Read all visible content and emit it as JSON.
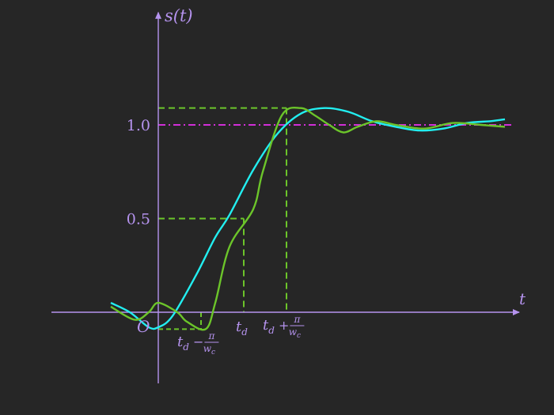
{
  "chart_data": {
    "type": "line",
    "title": "",
    "xlabel": "t",
    "ylabel": "s(t)",
    "origin_label": "O",
    "y_ticks": [
      {
        "value": 1.0,
        "label": "1.0"
      },
      {
        "value": 0.5,
        "label": "0.5"
      }
    ],
    "x_ticks": [
      {
        "id": "td-minus",
        "base": "t",
        "sub": "d",
        "op": "−",
        "num": "π",
        "den": "w",
        "den_sub": "c"
      },
      {
        "id": "td",
        "base": "t",
        "sub": "d"
      },
      {
        "id": "td-plus",
        "base": "t",
        "sub": "d",
        "op": "+",
        "num": "π",
        "den": "w",
        "den_sub": "c"
      }
    ],
    "reference_lines": [
      {
        "name": "",
        "y": 1.0,
        "style": "dash-dot",
        "color": "#d12fd8"
      },
      {
        "name": "",
        "y": 1.09,
        "style": "dashed",
        "color": "#6cc52a"
      },
      {
        "name": "",
        "y": 0.5,
        "style": "dashed",
        "color": "#6cc52a"
      }
    ],
    "series": [
      {
        "color": "#22eef0",
        "points": [
          [
            -1.0,
            0.05
          ],
          [
            -0.6,
            0.0
          ],
          [
            -0.2,
            -0.08
          ],
          [
            0.0,
            -0.08
          ],
          [
            0.3,
            -0.02
          ],
          [
            0.8,
            0.2
          ],
          [
            1.2,
            0.4
          ],
          [
            1.5,
            0.52
          ],
          [
            2.0,
            0.76
          ],
          [
            2.5,
            0.95
          ],
          [
            3.0,
            1.06
          ],
          [
            3.5,
            1.09
          ],
          [
            4.0,
            1.07
          ],
          [
            4.5,
            1.02
          ],
          [
            5.0,
            0.99
          ],
          [
            5.5,
            0.97
          ],
          [
            6.0,
            0.98
          ],
          [
            6.5,
            1.01
          ],
          [
            7.0,
            1.02
          ],
          [
            7.3,
            1.03
          ]
        ]
      },
      {
        "color": "#6cc52a",
        "points": [
          [
            -1.0,
            0.03
          ],
          [
            -0.5,
            -0.04
          ],
          [
            -0.2,
            0.0
          ],
          [
            0.0,
            0.05
          ],
          [
            0.4,
            0.0
          ],
          [
            0.6,
            -0.05
          ],
          [
            1.0,
            -0.09
          ],
          [
            1.2,
            0.05
          ],
          [
            1.5,
            0.35
          ],
          [
            2.0,
            0.55
          ],
          [
            2.2,
            0.75
          ],
          [
            2.6,
            1.05
          ],
          [
            3.0,
            1.09
          ],
          [
            3.3,
            1.05
          ],
          [
            3.6,
            1.0
          ],
          [
            3.9,
            0.96
          ],
          [
            4.2,
            0.99
          ],
          [
            4.6,
            1.02
          ],
          [
            5.0,
            1.0
          ],
          [
            5.6,
            0.98
          ],
          [
            6.2,
            1.01
          ],
          [
            6.8,
            1.0
          ],
          [
            7.3,
            0.99
          ]
        ]
      }
    ],
    "markers": {
      "t_d_minus": 0.9,
      "t_d": 1.8,
      "t_d_plus": 2.7,
      "dip": -0.09,
      "overshoot": 1.09
    },
    "xlim": [
      -2.25,
      7.6
    ],
    "ylim": [
      -0.38,
      1.6
    ]
  }
}
